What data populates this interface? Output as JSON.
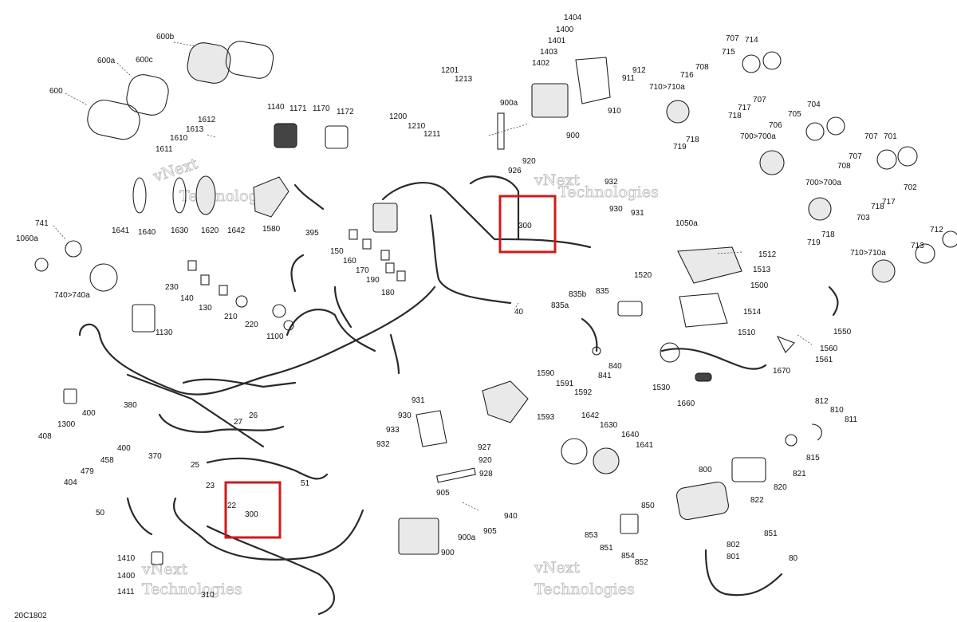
{
  "diagram_code": "20C1802",
  "watermark": [
    "vNext",
    "Technologies"
  ],
  "highlight_label": "300",
  "labels": {
    "p600": "600",
    "p600a": "600a",
    "p600b": "600b",
    "p600c": "600c",
    "p1140": "1140",
    "p1171": "1171",
    "p1170": "1170",
    "p1172": "1172",
    "p1612": "1612",
    "p1613": "1613",
    "p1610": "1610",
    "p1611": "1611",
    "p1641": "1641",
    "p1640": "1640",
    "p1630": "1630",
    "p1620": "1620",
    "p1642": "1642",
    "p1580": "1580",
    "p395": "395",
    "p741": "741",
    "p1060a": "1060a",
    "p740": "740>740a",
    "p230": "230",
    "p140": "140",
    "p130": "130",
    "p210": "210",
    "p220": "220",
    "p1100": "1100",
    "p1130": "1130",
    "p150": "150",
    "p160": "160",
    "p170": "170",
    "p190": "190",
    "p180": "180",
    "p40": "40",
    "p1201": "1201",
    "p1213": "1213",
    "p1200": "1200",
    "p1210": "1210",
    "p1211": "1211",
    "p1404": "1404",
    "p1400t": "1400",
    "p1401": "1401",
    "p1403": "1403",
    "p1402": "1402",
    "p912": "912",
    "p911": "911",
    "p910": "910",
    "p900a": "900a",
    "p900": "900",
    "p920": "920",
    "p926": "926",
    "p932": "932",
    "p930": "930",
    "p931": "931",
    "p707a": "707",
    "p714": "714",
    "p715": "715",
    "p708a": "708",
    "p716": "716",
    "p710a": "710>710a",
    "p717a": "717",
    "p707b": "707",
    "p718a": "718",
    "p719a": "719",
    "p718b": "718",
    "p704": "704",
    "p705": "705",
    "p706": "706",
    "p700a": "700>700a",
    "p707c": "707",
    "p701": "701",
    "p707d": "707",
    "p708b": "708",
    "p702": "702",
    "p700b": "700>700a",
    "p717b": "717",
    "p718c": "718",
    "p703": "703",
    "p718d": "718",
    "p719b": "719",
    "p713": "713",
    "p712": "712",
    "p710b": "710>710a",
    "p1050a": "1050a",
    "p1512": "1512",
    "p1513": "1513",
    "p1520": "1520",
    "p1500": "1500",
    "p1514": "1514",
    "p1510": "1510",
    "p1550": "1550",
    "p1560": "1560",
    "p1561": "1561",
    "p1670": "1670",
    "p1530": "1530",
    "p1660": "1660",
    "p835b": "835b",
    "p835": "835",
    "p835a": "835a",
    "p840": "840",
    "p841": "841",
    "p1590": "1590",
    "p1591": "1591",
    "p1592": "1592",
    "p1593": "1593",
    "p1642b": "1642",
    "p1630b": "1630",
    "p1640b": "1640",
    "p1641b": "1641",
    "p931b": "931",
    "p930b": "930",
    "p933": "933",
    "p932b": "932",
    "p927": "927",
    "p920b": "920",
    "p928": "928",
    "p905a": "905",
    "p940": "940",
    "p905b": "905",
    "p900b": "900a",
    "p900c": "900",
    "p850": "850",
    "p853": "853",
    "p851a": "851",
    "p854": "854",
    "p852": "852",
    "p812": "812",
    "p810": "810",
    "p811": "811",
    "p815": "815",
    "p821": "821",
    "p820": "820",
    "p822": "822",
    "p800": "800",
    "p851b": "851",
    "p802": "802",
    "p801": "801",
    "p80": "80",
    "p380": "380",
    "p370": "370",
    "p27": "27",
    "p26": "26",
    "p25": "25",
    "p23": "23",
    "p51": "51",
    "p22": "22",
    "p50": "50",
    "p400a": "400",
    "p1300": "1300",
    "p408": "408",
    "p400b": "400",
    "p458": "458",
    "p479": "479",
    "p404": "404",
    "p1410": "1410",
    "p1400b": "1400",
    "p1411": "1411",
    "p310": "310"
  }
}
